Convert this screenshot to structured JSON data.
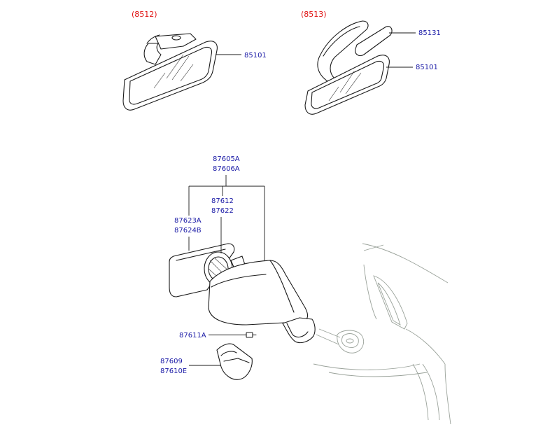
{
  "groups": {
    "left_mirror": "(8512)",
    "right_mirror": "(8513)"
  },
  "labels": {
    "p85101_left": "85101",
    "p85131": "85131",
    "p85101_right": "85101",
    "p87605A": "87605A",
    "p87606A": "87606A",
    "p87612": "87612",
    "p87622": "87622",
    "p87623A": "87623A",
    "p87624B": "87624B",
    "p87611A": "87611A",
    "p87609": "87609",
    "p87610E": "87610E"
  },
  "colors": {
    "group_label": "#e01010",
    "part_label": "#1a1aa6",
    "line_art": "#1a1a1a",
    "door_outline": "#9aa29a"
  }
}
